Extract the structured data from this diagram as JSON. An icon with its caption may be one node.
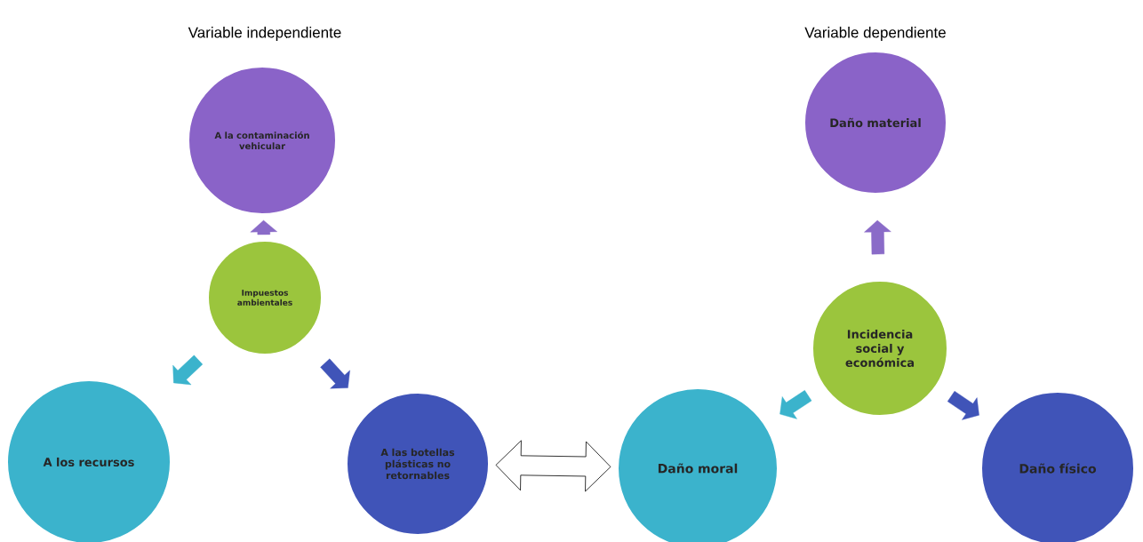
{
  "diagram": {
    "nodes": [
      {
        "text": [
          "Impuestos ambientales"
        ]
      },
      {
        "text": [
          "A la contaminación vehicular"
        ]
      },
      {
        "text": [
          "A los recursos"
        ]
      },
      {
        "text": [
          "A las botellas plásticas no retornables"
        ]
      },
      {
        "text": [
          "Incidencia social y económica"
        ]
      },
      {
        "text": [
          "Daño material"
        ]
      },
      {
        "text": [
          "Daño moral"
        ]
      },
      {
        "text": [
          "Daño físico"
        ]
      }
    ],
    "edges": [
      {
        "from": 0,
        "to": 1,
        "arrow": "to",
        "color": "#8a6bc8"
      },
      {
        "from": 0,
        "to": 2,
        "arrow": "to",
        "color": "#3bb3cc"
      },
      {
        "from": 0,
        "to": 3,
        "arrow": "to",
        "color": "#4054b8"
      },
      {
        "from": 4,
        "to": 5,
        "arrow": "to",
        "color": "#8a6bc8"
      },
      {
        "from": 4,
        "to": 6,
        "arrow": "to",
        "color": "#3bb3cc"
      },
      {
        "from": 4,
        "to": 7,
        "arrow": "to",
        "color": "#4054b8"
      },
      {
        "from": 3,
        "to": 6,
        "arrow": "both",
        "color": "#000000"
      }
    ],
    "labels": [
      "Variable independiente",
      "Variable dependiente"
    ]
  }
}
